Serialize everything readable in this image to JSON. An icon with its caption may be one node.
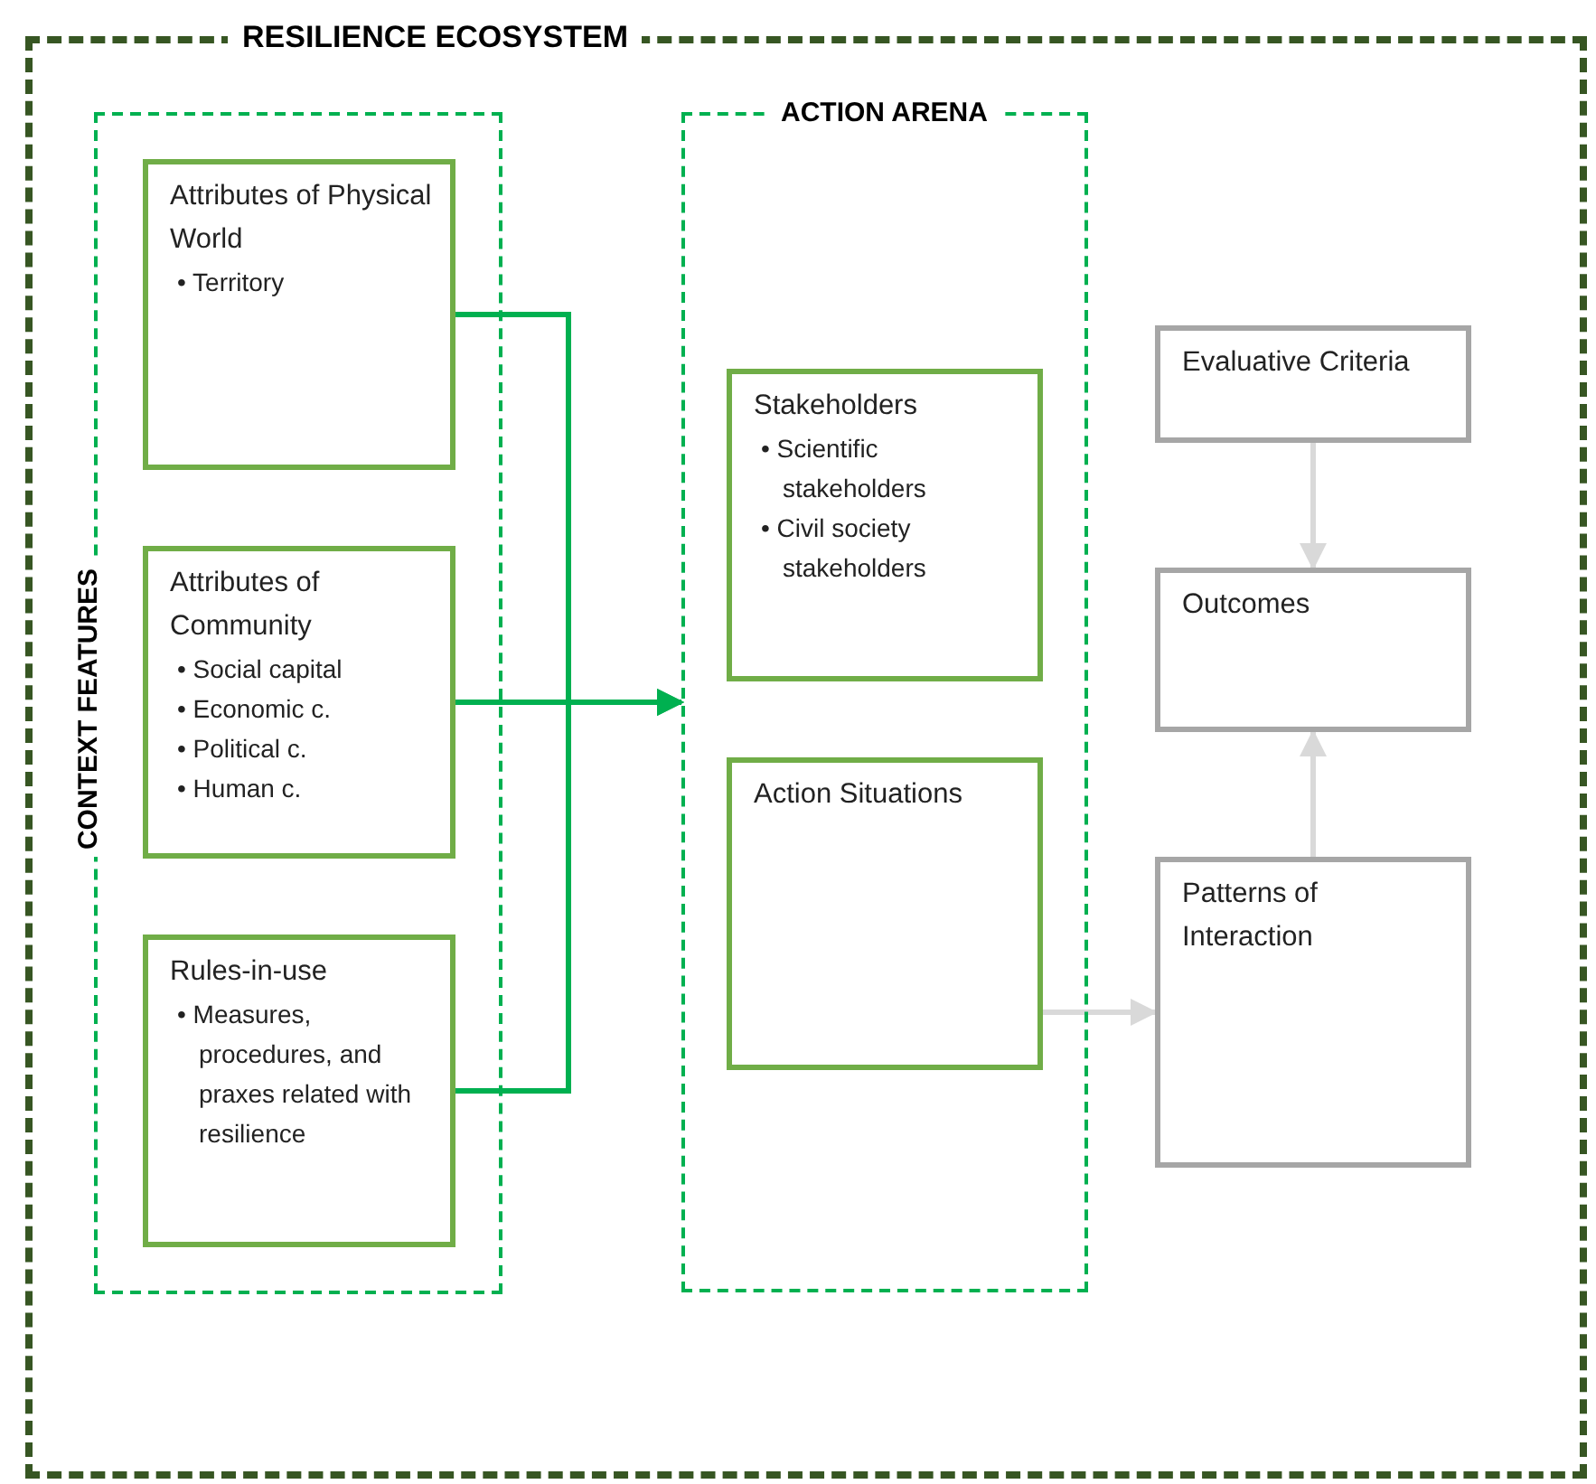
{
  "diagram": {
    "nodes": [
      {
        "text": [
          "RESILIENCE ECOSYSTEM"
        ]
      },
      {
        "text": [
          "CONTEXT FEATURES"
        ],
        "in": 0
      },
      {
        "text": [
          "Attributes of Physical World",
          "• Territory"
        ],
        "in": 1
      },
      {
        "text": [
          "Attributes of Community",
          "• Social capital",
          "• Economic c.",
          "• Political c.",
          "• Human c."
        ],
        "in": 1
      },
      {
        "text": [
          "Rules-in-use",
          "• Measures, procedures, and praxes related with resilience"
        ],
        "in": 1
      },
      {
        "text": [
          "ACTION ARENA"
        ],
        "in": 0
      },
      {
        "text": [
          "Stakeholders",
          "• Scientific stakeholders",
          "• Civil society stakeholders"
        ],
        "in": 5
      },
      {
        "text": [
          "Action Situations"
        ],
        "in": 5
      },
      {
        "text": [
          "Evaluative Criteria"
        ],
        "in": 0
      },
      {
        "text": [
          "Outcomes"
        ],
        "in": 0
      },
      {
        "text": [
          "Patterns of Interaction"
        ],
        "in": 0
      }
    ],
    "edges": [
      {
        "from": 2,
        "to": 5,
        "arrow": "to",
        "color": "#00b050"
      },
      {
        "from": 3,
        "to": 5,
        "arrow": "to",
        "color": "#00b050"
      },
      {
        "from": 4,
        "to": 5,
        "arrow": "to",
        "color": "#00b050"
      },
      {
        "from": 7,
        "to": 10,
        "arrow": "to",
        "color": "#d9d9d9"
      },
      {
        "from": 8,
        "to": 9,
        "arrow": "to",
        "color": "#d9d9d9"
      },
      {
        "from": 10,
        "to": 9,
        "arrow": "to",
        "color": "#d9d9d9"
      }
    ]
  }
}
